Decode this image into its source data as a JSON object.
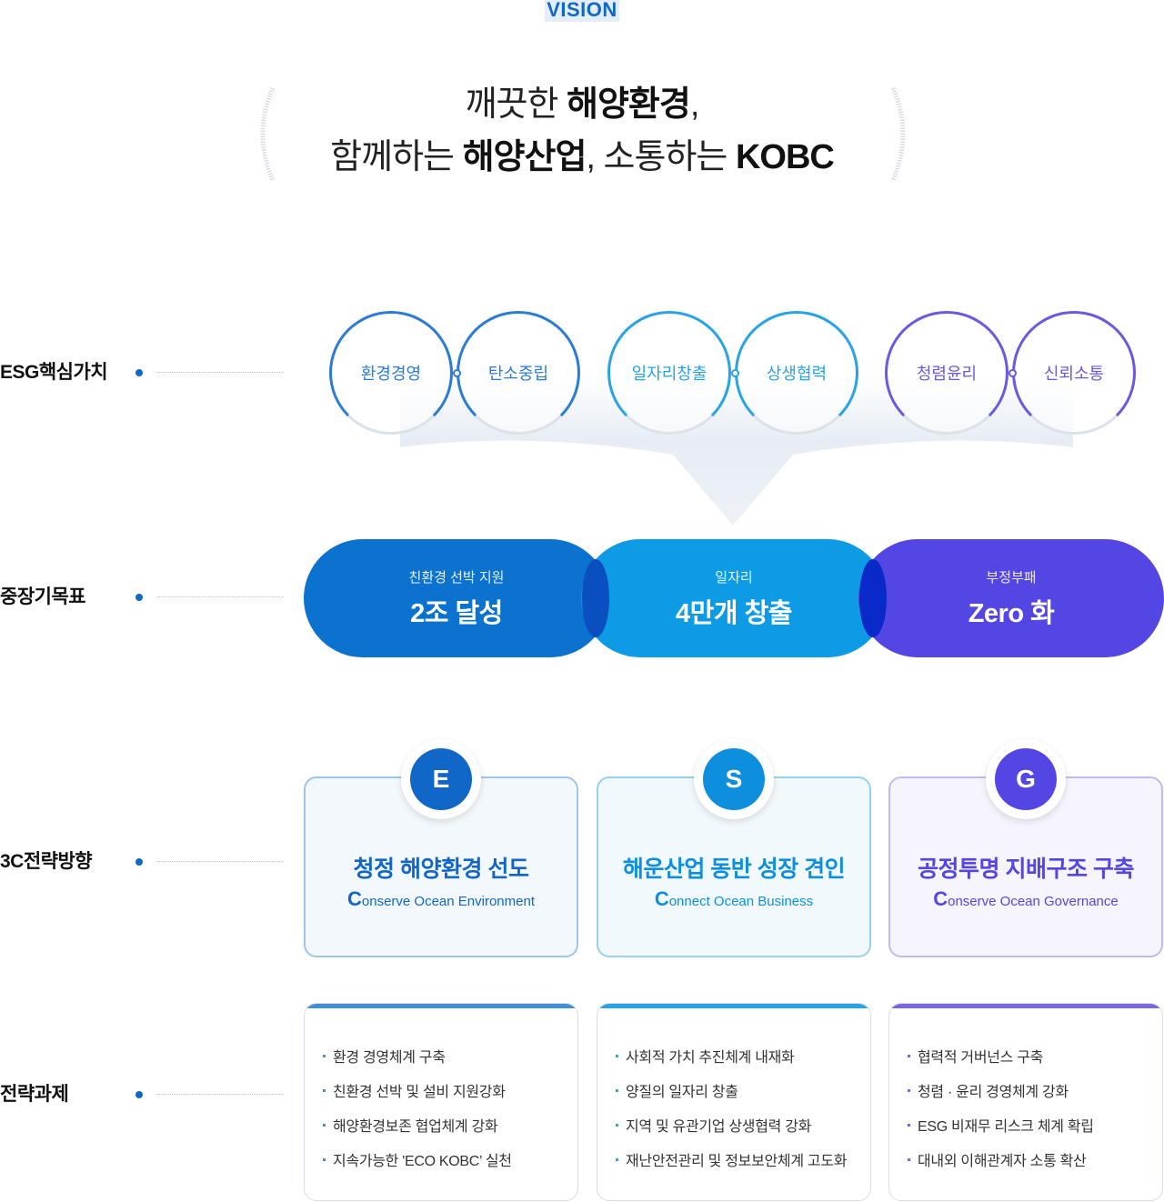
{
  "vision": {
    "tag": "VISION",
    "line1_pre": "깨끗한 ",
    "line1_bold": "해양환경",
    "line1_post": ",",
    "line2_pre": "함께하는 ",
    "line2_bold1": "해양산업",
    "line2_mid": ", 소통하는 ",
    "line2_bold2": "KOBC"
  },
  "rows": {
    "core_values": "ESG핵심가치",
    "mid_goals": "중장기목표",
    "directions": "3C전략방향",
    "tasks": "전략과제"
  },
  "core_values": [
    {
      "label": "환경경영",
      "color": "#2a7cd6"
    },
    {
      "label": "탄소중립",
      "color": "#2a7cd6"
    },
    {
      "label": "일자리창출",
      "color": "#27a3e6"
    },
    {
      "label": "상생협력",
      "color": "#27a3e6"
    },
    {
      "label": "청렴윤리",
      "color": "#6b59e0"
    },
    {
      "label": "신뢰소통",
      "color": "#6b59e0"
    }
  ],
  "goals": [
    {
      "small": "친환경 선박 지원",
      "big": "2조 달성",
      "color": "#0b72cf"
    },
    {
      "small": "일자리",
      "big": "4만개 창출",
      "color": "#0d9be6"
    },
    {
      "small": "부정부패",
      "big": "Zero 화",
      "color": "#5446e2"
    }
  ],
  "directions": [
    {
      "badge": "E",
      "title": "청정 해양환경 선도",
      "cap": "C",
      "rest": "onserve Ocean Environment",
      "color": "#1167c8",
      "border": "#9ec6ea",
      "bg": "#f3f8fd"
    },
    {
      "badge": "S",
      "title": "해운산업 동반 성장 견인",
      "cap": "C",
      "rest": "onnect Ocean Business",
      "color": "#0d8fde",
      "border": "#97d0f0",
      "bg": "#f2f9fd"
    },
    {
      "badge": "G",
      "title": "공정투명 지배구조 구축",
      "cap": "C",
      "rest": "onserve Ocean Governance",
      "color": "#5446e2",
      "border": "#c0baf2",
      "bg": "#f6f5fe"
    }
  ],
  "tasks": [
    {
      "color": "#3f8fd9",
      "items": [
        "환경 경영체계 구축",
        "친환경 선박 및 설비 지원강화",
        "해양환경보존 협업체계 강화",
        "지속가능한 'ECO KOBC’ 실천"
      ]
    },
    {
      "color": "#27a3e6",
      "items": [
        "사회적 가치 추진체계 내재화",
        "양질의 일자리 창출",
        "지역 및 유관기업 상생협력 강화",
        "재난안전관리 및 정보보안체계 고도화"
      ]
    },
    {
      "color": "#7a67df",
      "items": [
        "협력적 거버넌스 구축",
        "청렴 · 윤리 경영체계 강화",
        "ESG 비재무 리스크 체계 확립",
        "대내외 이해관계자 소통 확산"
      ]
    }
  ]
}
